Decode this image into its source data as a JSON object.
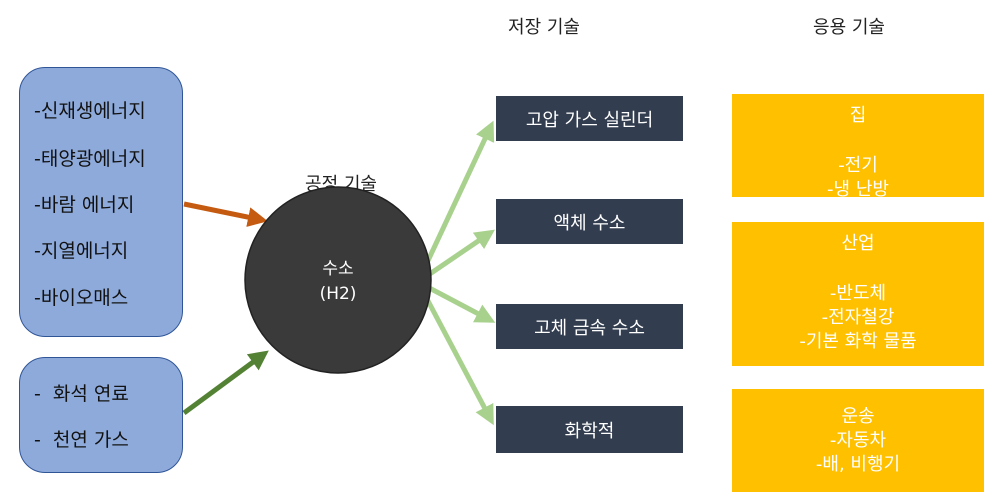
{
  "headers": {
    "process": "공정 기술",
    "storage": "저장 기술",
    "application": "응용 기술"
  },
  "sources": {
    "renewable": [
      "-신재생에너지",
      "-태양광에너지",
      "-바람 에너지",
      "-지열에너지",
      "-바이오매스"
    ],
    "fossil": [
      "-  화석 연료",
      "-  천연 가스"
    ]
  },
  "hub": {
    "label": "수소",
    "formula": "(H2)"
  },
  "storage": [
    "고압 가스 실린더",
    "액체 수소",
    "고체 금속 수소",
    "화학적"
  ],
  "applications": [
    {
      "title": "집",
      "lines": [
        "-전기",
        "-냉 난방"
      ]
    },
    {
      "title": "산업",
      "lines": [
        "-반도체",
        "-전자철강",
        "-기본 화학 물품"
      ]
    },
    {
      "title": "운송",
      "lines": [
        "-자동차",
        "-배, 비행기"
      ]
    }
  ],
  "colors": {
    "source_fill": "#8eaadb",
    "source_border": "#2f5597",
    "hub_fill": "#3a3a3a",
    "storage_fill": "#323d4f",
    "application_fill": "#ffc000",
    "arrow_renewable": "#c55a11",
    "arrow_fossil": "#548235",
    "arrow_storage": "#a9d18e"
  }
}
